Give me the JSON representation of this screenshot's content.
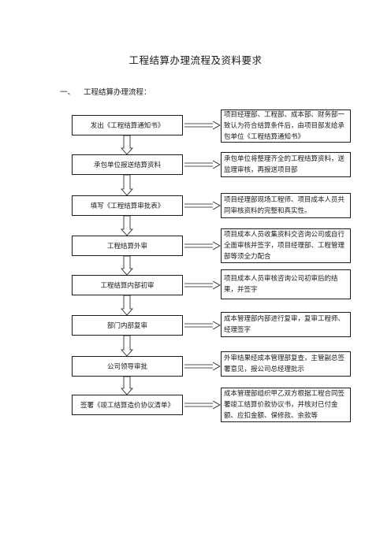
{
  "title": "工程结算办理流程及资料要求",
  "section": {
    "number": "一、",
    "label": "工程结算办理流程："
  },
  "steps": [
    {
      "label": "发出《工程结算通知书》",
      "desc": "项目经理部、工程部、成本部、财务部一致认为符合结算条件后，由项目部发给承包单位《工程结算通知书》"
    },
    {
      "label": "承包单位报送结算资料",
      "desc": "承包单位将整理齐全的工程结算资料，送监理审核，再报送项目部"
    },
    {
      "label": "填写《工程结算审批表》",
      "desc": "项目经理部现场工程师、项目成本人员共同审核资料的完整和真实性。"
    },
    {
      "label": "工程结算外审",
      "desc": "项目成本人员收集资料交咨询公司或自行全面审核并签字，项目经理部、工程管理部等须全力配合"
    },
    {
      "label": "工程结算内部初审",
      "desc": "项目成本人员审核咨询公司初审后的结果，并签字"
    },
    {
      "label": "部门内部复审",
      "desc": "成本管理部内部进行复审，复审工程师、经理签字"
    },
    {
      "label": "公司领导审批",
      "desc": "外审结果经成本管理部复查，主管副总签署意见，报公司总经理批示"
    },
    {
      "label": "签署《竣工结算造价协议清单》",
      "desc": "成本管理部组织甲乙双方根据工程合同签署竣工结算价款协议书，并核对已付金额、应扣金额、保修款、余款等"
    }
  ]
}
